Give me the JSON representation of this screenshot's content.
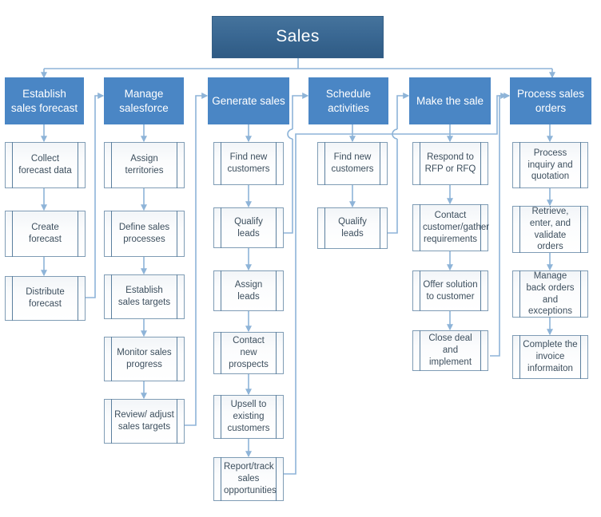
{
  "diagram": {
    "title": "Sales",
    "type": "process-hierarchy-flowchart",
    "colors": {
      "root_fill_top": "#45739c",
      "root_fill_bottom": "#2f5b84",
      "header_fill": "#4a86c5",
      "header_text": "#ffffff",
      "process_fill": "#fbfcfd",
      "process_border": "#7f9cb5",
      "process_text": "#3d4f5e",
      "connector": "#8eb4d8"
    },
    "root": {
      "label": "Sales"
    },
    "columns": [
      {
        "id": "establish-sales-forecast",
        "header": "Establish sales forecast",
        "steps": [
          "Collect forecast data",
          "Create forecast",
          "Distribute forecast"
        ]
      },
      {
        "id": "manage-salesforce",
        "header": "Manage salesforce",
        "steps": [
          "Assign territories",
          "Define sales processes",
          "Establish sales targets",
          "Monitor sales progress",
          "Review/ adjust sales targets"
        ]
      },
      {
        "id": "generate-sales",
        "header": "Generate sales",
        "steps": [
          "Find new customers",
          "Qualify leads",
          "Assign leads",
          "Contact new prospects",
          "Upsell to existing customers",
          "Report/track sales opportunities"
        ]
      },
      {
        "id": "schedule-activities",
        "header": "Schedule activities",
        "steps": [
          "Find new customers",
          "Qualify leads"
        ]
      },
      {
        "id": "make-the-sale",
        "header": "Make the sale",
        "steps": [
          "Respond to RFP or RFQ",
          "Contact customer/gather requirements",
          "Offer solution to customer",
          "Close deal and implement"
        ]
      },
      {
        "id": "process-sales-orders",
        "header": "Process sales orders",
        "steps": [
          "Process inquiry and quotation",
          "Retrieve, enter, and validate orders",
          "Manage back orders and exceptions",
          "Complete the invoice informaiton"
        ]
      }
    ]
  }
}
